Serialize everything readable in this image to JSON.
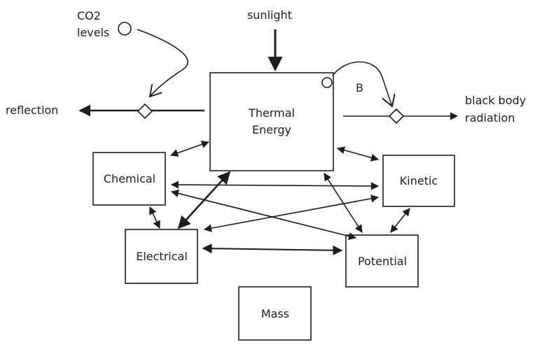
{
  "nodes": {
    "thermal": {
      "line1": "Thermal",
      "line2": "Energy"
    },
    "chemical": "Chemical",
    "kinetic": "Kinetic",
    "electrical": "Electrical",
    "potential": "Potential",
    "mass": "Mass"
  },
  "flows": {
    "sunlight": "sunlight",
    "reflection": "reflection",
    "blackbody_line1": "black body",
    "blackbody_line2": "radiation",
    "co2_line1": "CO2",
    "co2_line2": "levels",
    "b_label": "B"
  },
  "colors": {
    "ink": "#1e1e1e"
  }
}
